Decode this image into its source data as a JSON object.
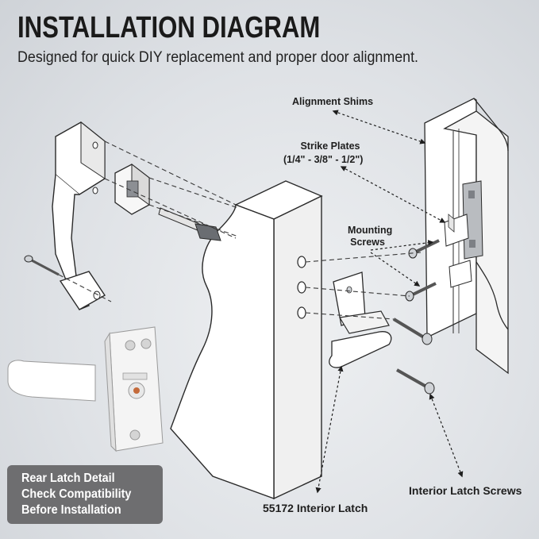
{
  "header": {
    "title": "INSTALLATION DIAGRAM",
    "subtitle": "Designed for quick DIY replacement and proper door alignment."
  },
  "callouts": {
    "alignment_shims": "Alignment Shims",
    "strike_plates_line1": "Strike Plates",
    "strike_plates_line2": "(1/4\" - 3/8\" - 1/2\")",
    "mounting_screws_line1": "Mounting",
    "mounting_screws_line2": "Screws",
    "interior_latch": "55172 Interior Latch",
    "interior_latch_screws": "Interior Latch Screws"
  },
  "note": {
    "line1": "Rear Latch Detail",
    "line2": "Check Compatibility",
    "line3": "Before Installation"
  },
  "colors": {
    "background": "#dfe2e6",
    "part_white": "#f6f6f6",
    "outline": "#2a2a2a",
    "note_box": "#6e6e70",
    "note_text": "#ffffff"
  }
}
